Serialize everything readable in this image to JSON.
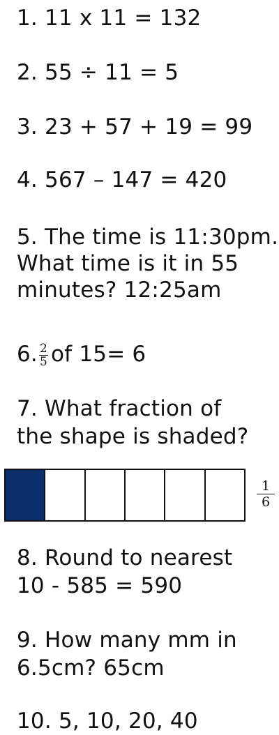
{
  "questions": {
    "q1": "1. 11 x 11 = 132",
    "q2": "2. 55 ÷ 11 = 5",
    "q3": "3. 23 + 57 + 19 = 99",
    "q4": "4. 567 – 147 = 420",
    "q5": [
      "5. The time is 11:30pm.",
      "What time is it in 55",
      "minutes? 12:25am"
    ],
    "q6": {
      "prefix": "6.",
      "numerator": "2",
      "denominator": "5",
      "suffix": "of 15= 6"
    },
    "q7": [
      "7. What fraction of",
      "the shape is shaded?"
    ],
    "q7_answer": {
      "numerator": "1",
      "denominator": "6"
    },
    "q8": [
      "8. Round to nearest",
      "10 - 585 = 590"
    ],
    "q9": [
      "9. How many mm in",
      "6.5cm? 65cm"
    ],
    "q10": "10. 5, 10, 20, 40"
  },
  "shape": {
    "total_parts": 6,
    "shaded_parts": 1,
    "shade_color": "#0b2e6b"
  }
}
